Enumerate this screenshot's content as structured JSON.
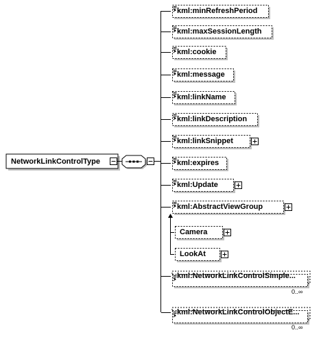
{
  "root": {
    "name": "NetworkLinkControlType"
  },
  "elements": [
    {
      "name": "kml:minRefreshPeriod"
    },
    {
      "name": "kml:maxSessionLength"
    },
    {
      "name": "kml:cookie"
    },
    {
      "name": "kml:message"
    },
    {
      "name": "kml:linkName"
    },
    {
      "name": "kml:linkDescription"
    },
    {
      "name": "kml:linkSnippet"
    },
    {
      "name": "kml:expires"
    },
    {
      "name": "kml:Update"
    },
    {
      "name": "kml:AbstractViewGroup"
    },
    {
      "name": "kml:NetworkLinkControlSimple..."
    },
    {
      "name": "kml:NetworkLinkControlObjectE..."
    }
  ],
  "substitutions": [
    {
      "name": "Camera"
    },
    {
      "name": "LookAt"
    }
  ],
  "cardinality": {
    "simple_extension": "0..∞",
    "object_extension": "0..∞"
  }
}
